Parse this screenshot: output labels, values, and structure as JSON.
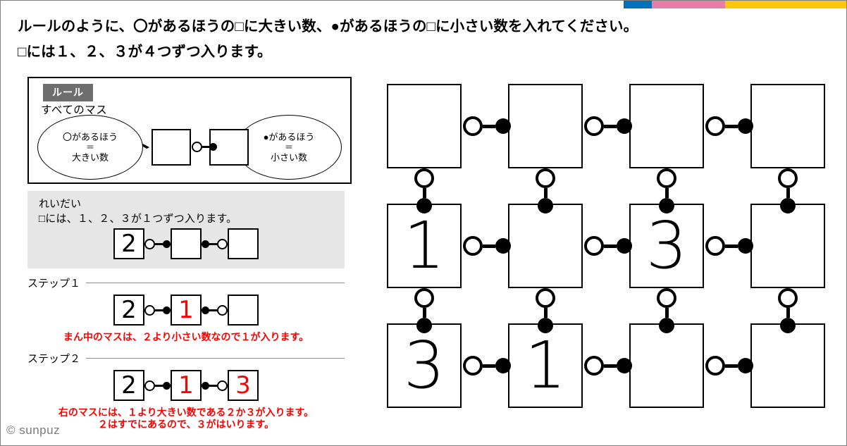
{
  "topbars": {
    "blue": "#0072bc",
    "pink": "#e87da6",
    "yellow": "#fec70c"
  },
  "header": {
    "line1": "ルールのように、〇があるほうの□に大きい数、●があるほうの□に小さい数を入れてください。",
    "line2": "□には１、２、３が４つずつ入ります。"
  },
  "rule_box": {
    "tag": "ルール",
    "subtitle": "すべてのマス",
    "bubble_left": {
      "top": "〇があるほう",
      "eq": "＝",
      "bottom": "大きい数"
    },
    "bubble_right": {
      "top": "●があるほう",
      "eq": "＝",
      "bottom": "小さい数"
    }
  },
  "example": {
    "title": "れいだい",
    "subtitle": "□には、１、２、３が１つずつ入ります。",
    "cells": [
      "2",
      "",
      ""
    ],
    "cell_colors": [
      "black",
      "black",
      "black"
    ]
  },
  "step1": {
    "label": "ステップ１",
    "cells": [
      "2",
      "1",
      ""
    ],
    "cell_colors": [
      "black",
      "red",
      "black"
    ],
    "caption": "まん中のマスは、２より小さい数なので１が入ります。"
  },
  "step2": {
    "label": "ステップ２",
    "cells": [
      "2",
      "1",
      "3"
    ],
    "cell_colors": [
      "black",
      "red",
      "red"
    ],
    "caption_line1": "右のマスには、１より大きい数である２か３が入ります。",
    "caption_line2": "２はすでにあるので、３がはいります。"
  },
  "puzzle": {
    "rows": 3,
    "cols": 4,
    "cells": [
      [
        "",
        "",
        "",
        ""
      ],
      [
        "1",
        "",
        "3",
        ""
      ],
      [
        "3",
        "1",
        "",
        ""
      ]
    ]
  },
  "footer": {
    "copyright": "© sunpuz"
  }
}
